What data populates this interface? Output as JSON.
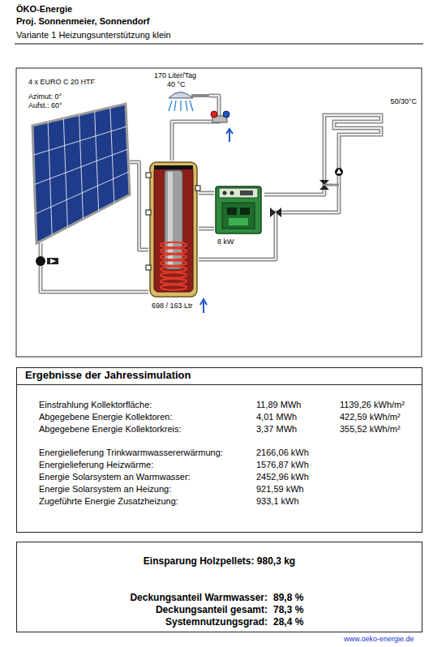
{
  "diagram": {
    "title": "ÖKO-Energie",
    "nodes": [
      {
        "text": [
          "4 x EURO C 20 HTF",
          "Azimut: 0°",
          "Aufst.: 60°"
        ]
      },
      {
        "text": [
          "170 Liter/Tag",
          "40 °C"
        ]
      },
      {
        "text": [
          "698 / 163 Ltr"
        ]
      },
      {
        "text": [
          "8 kW"
        ]
      },
      {
        "text": [
          "50/30°C"
        ]
      },
      {
        "text": [
          "Ergebnisse der Jahressimulation",
          "Einstrahlung Kollektorfläche:",
          "11,89 MWh",
          "1139,26 kWh/m²",
          "Abgegebene Energie Kollektoren:",
          "4,01 MWh",
          "422,59 kWh/m²",
          "Abgegebene Energie Kollektorkreis:",
          "3,37 MWh",
          "355,52 kWh/m²",
          "Energielieferung Trinkwarmwassererwärmung:",
          "2166,06 kWh",
          "Energielieferung Heizwärme:",
          "1576,87 kWh",
          "Energie Solarsystem an Warmwasser:",
          "2452,96 kWh",
          "Energie Solarsystem an Heizung:",
          "921,59 kWh",
          "Zugeführte Energie Zusatzheizung:",
          "933,1 kWh"
        ]
      },
      {
        "text": [
          "Einsparung Holzpellets: 980,3 kg",
          "Deckungsanteil Warmwasser:",
          "89,8 %",
          "Deckungsanteil gesamt:",
          "78,3 %",
          "Systemnutzungsgrad:",
          "28,4 %"
        ]
      }
    ],
    "edges": [
      {
        "from": 0,
        "to": 2,
        "arrow": "none"
      },
      {
        "from": 2,
        "to": 1,
        "arrow": "none"
      },
      {
        "from": 2,
        "to": 3,
        "arrow": "none"
      },
      {
        "from": 3,
        "to": 4,
        "arrow": "none"
      },
      {
        "from": 2,
        "to": 4,
        "arrow": "none"
      }
    ],
    "labels": [
      "Proj. Sonnenmeier, Sonnendorf",
      "Variante 1 Heizungsunterstützung klein",
      "www.oeko-energie.de"
    ]
  }
}
